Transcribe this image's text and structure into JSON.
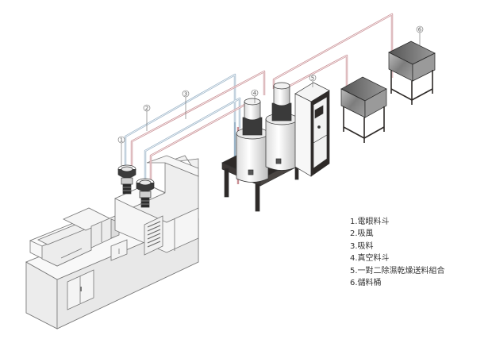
{
  "diagram": {
    "title": "Central conveying / dehumidifying drying system",
    "callouts": [
      "1",
      "2",
      "3",
      "4",
      "5",
      "6"
    ],
    "legend": [
      {
        "num": "1",
        "label": "1.電眼料斗"
      },
      {
        "num": "2",
        "label": "2.吸風"
      },
      {
        "num": "3",
        "label": "3.吸料"
      },
      {
        "num": "4",
        "label": "4.真空料斗"
      },
      {
        "num": "5",
        "label": "5.一對二除濕乾燥送料組合"
      },
      {
        "num": "6",
        "label": "6.儲料桶"
      }
    ],
    "colors": {
      "air_pipe": "#9bb4c8",
      "material_pipe": "#c98f94",
      "machine_line": "#777777",
      "machine_fill": "#f1f1f1",
      "dark_frame": "#2e2a28",
      "bin_fill": "#8a8a8a"
    }
  }
}
